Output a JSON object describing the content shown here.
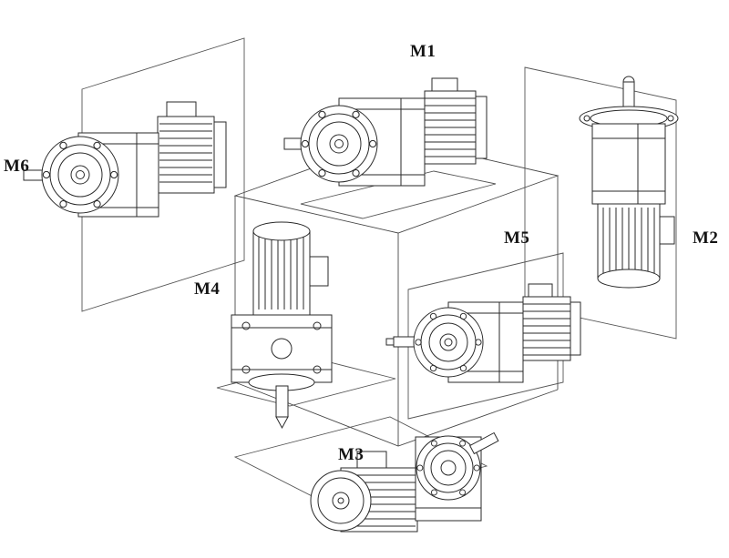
{
  "figure": {
    "labels": [
      {
        "id": "m1",
        "text": "M1"
      },
      {
        "id": "m2",
        "text": "M2"
      },
      {
        "id": "m3",
        "text": "M3"
      },
      {
        "id": "m4",
        "text": "M4"
      },
      {
        "id": "m5",
        "text": "M5"
      },
      {
        "id": "m6",
        "text": "M6"
      }
    ],
    "drawings": [
      "gearmotor-m1",
      "gearmotor-m2",
      "gearmotor-m3",
      "gearmotor-m4",
      "gearmotor-m5",
      "gearmotor-m6",
      "isometric-cube",
      "mounting-panels"
    ],
    "colors": {
      "ink": "#2a2a2a",
      "background": "#ffffff"
    }
  }
}
